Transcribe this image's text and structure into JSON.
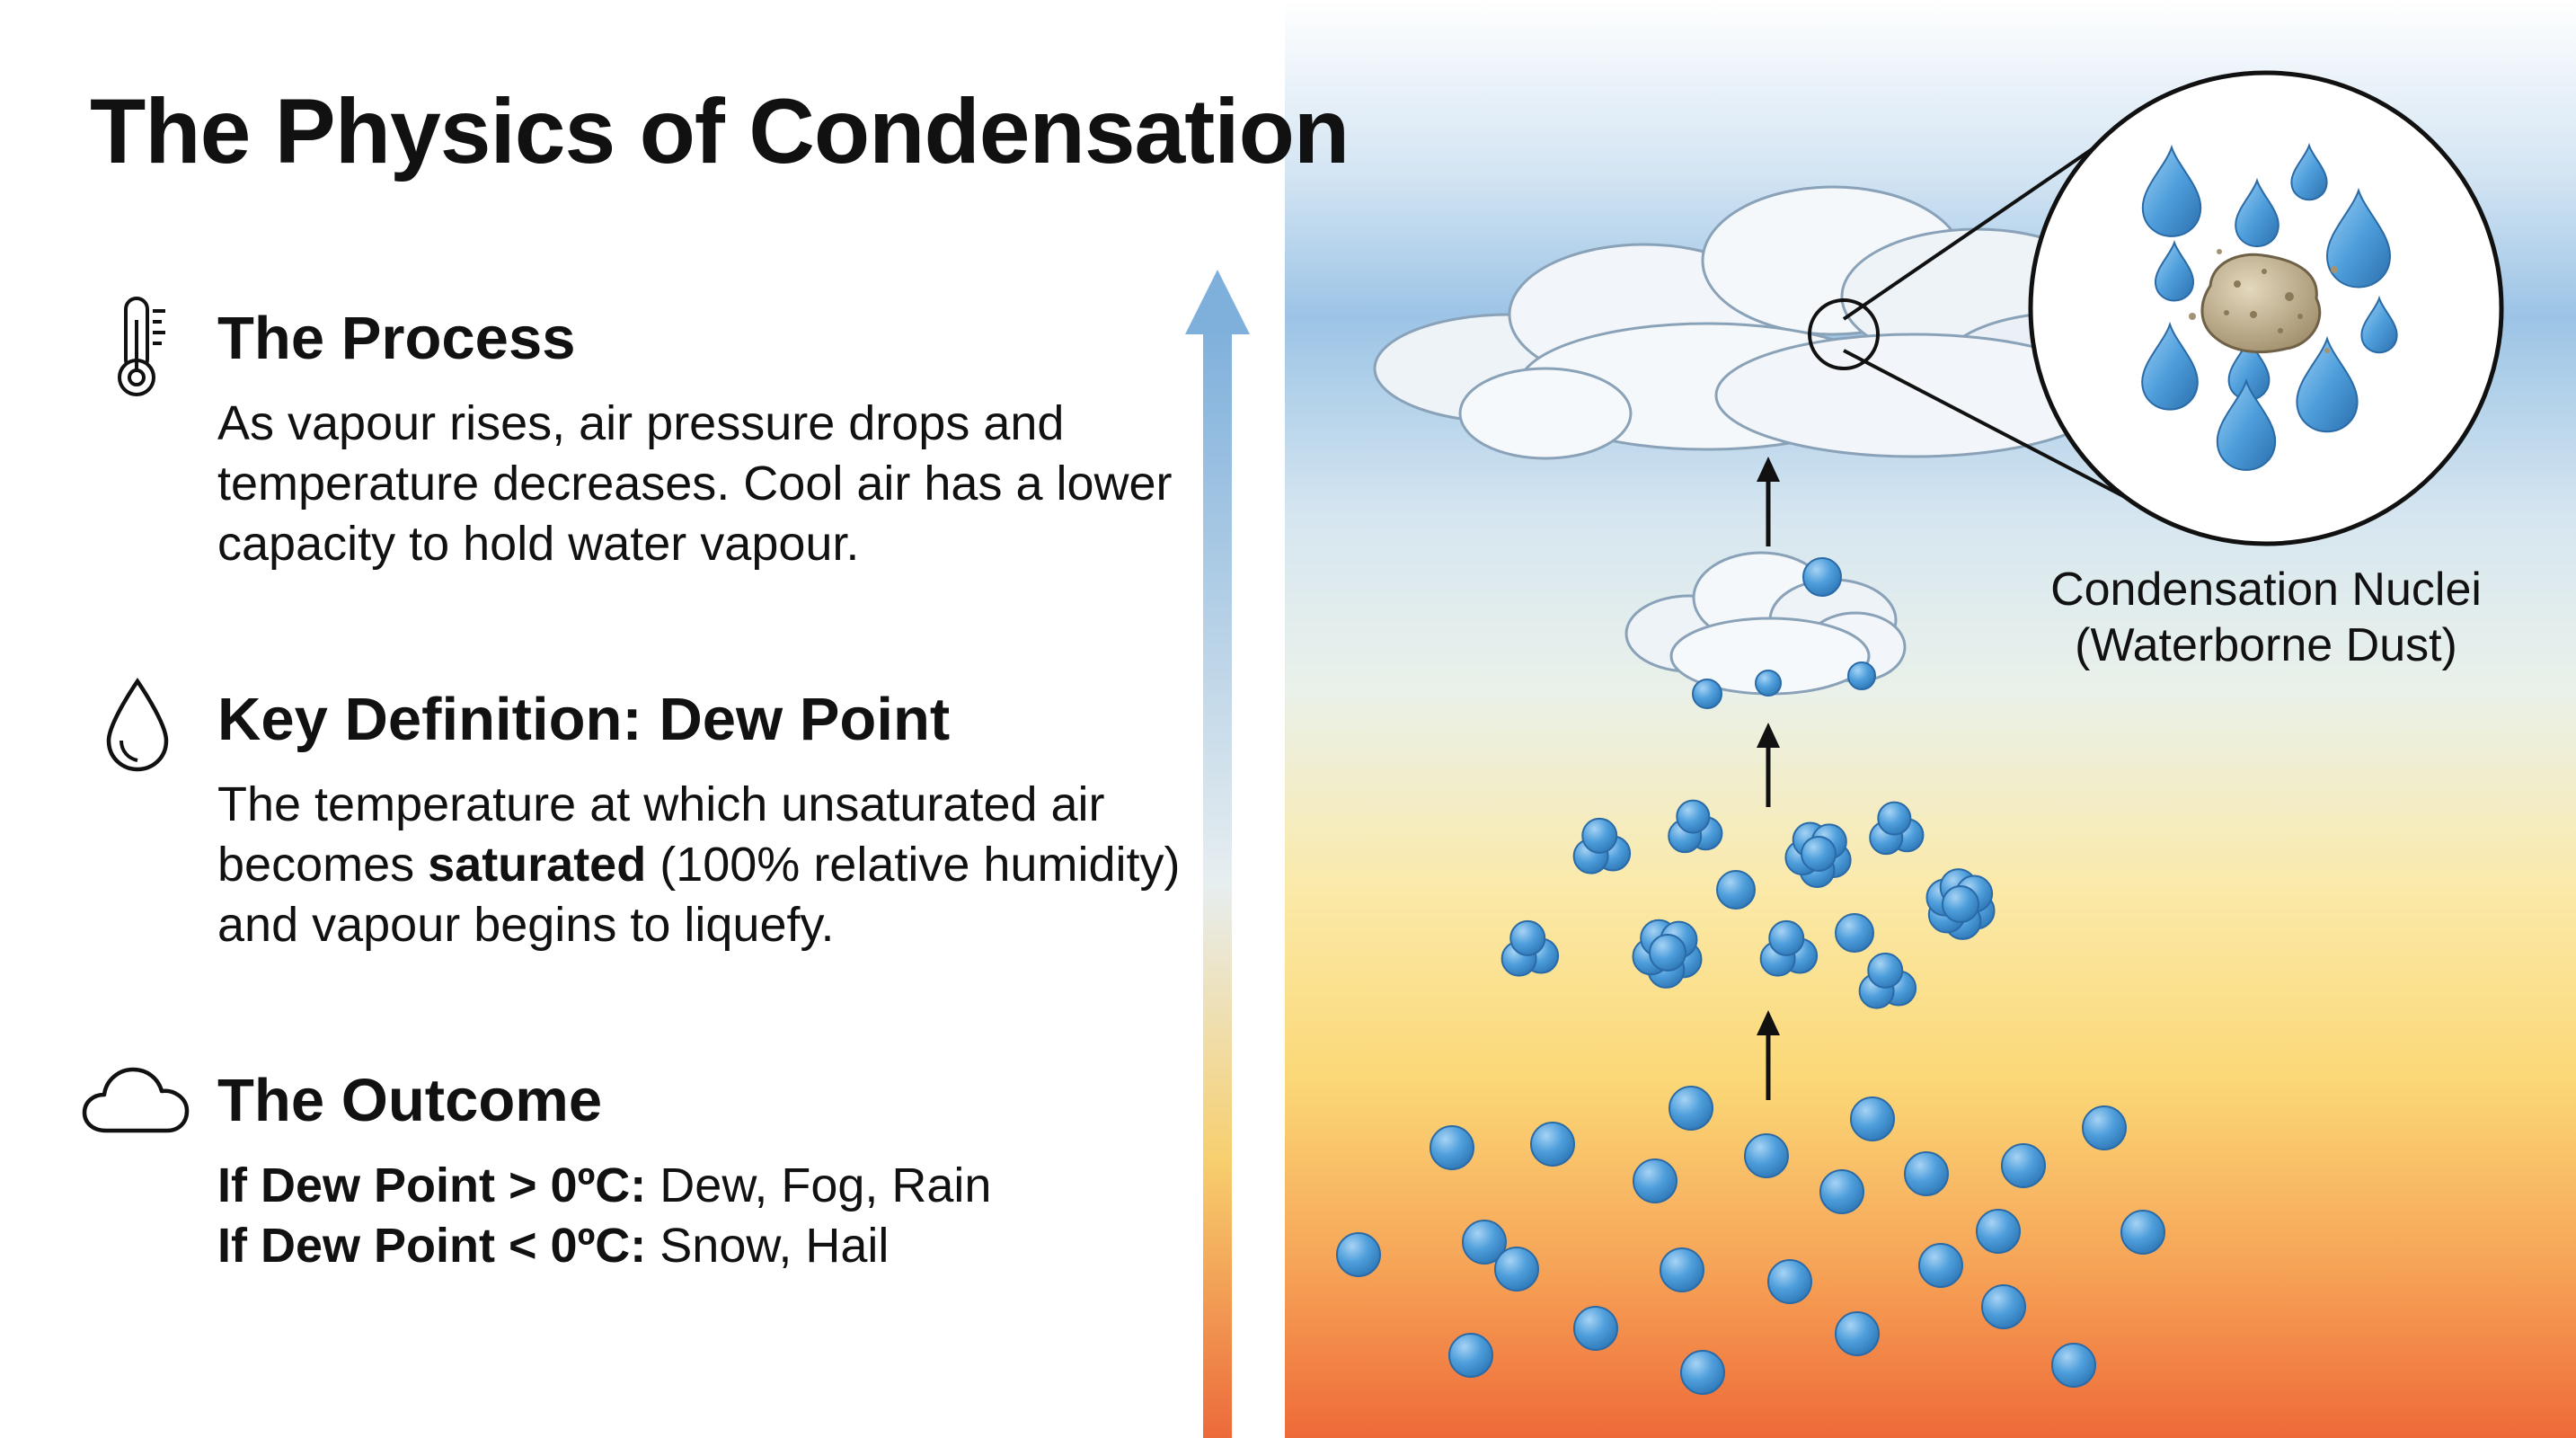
{
  "title": "The Physics of Condensation",
  "sections": [
    {
      "icon": "thermometer-icon",
      "heading": "The Process",
      "body": "As vapour rises, air pressure drops and temperature decreases. Cool air has a lower capacity to hold water vapour."
    },
    {
      "icon": "water-drop-icon",
      "heading": "Key Definition: Dew Point",
      "body_before": "The temperature at which unsaturated air becomes ",
      "body_bold": "saturated",
      "body_after": " (100% relative humidity) and vapour begins to liquefy."
    },
    {
      "icon": "cloud-icon",
      "heading": "The Outcome",
      "lines": [
        {
          "label": "If Dew Point > 0ºC:",
          "value": " Dew, Fog, Rain"
        },
        {
          "label": "If Dew Point < 0ºC:",
          "value": " Snow, Hail"
        }
      ]
    }
  ],
  "diagram": {
    "nuclei_label_line1": "Condensation Nuclei",
    "nuclei_label_line2": "(Waterborne Dust)",
    "colors": {
      "sky_top": "#9cc4e6",
      "sky_mid": "#eaf1ea",
      "warm_mid": "#fbd877",
      "warm_bottom": "#ee6a38",
      "droplet": "#4f9fdc",
      "droplet_dark": "#2f78b8",
      "dust": "#bfae8c"
    }
  }
}
